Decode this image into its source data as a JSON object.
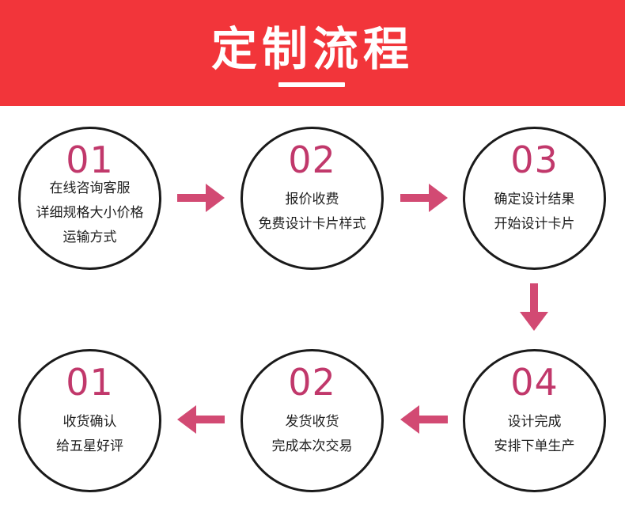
{
  "header": {
    "title": "定制流程",
    "background_color": "#f2353a"
  },
  "accent_colors": {
    "number": "#c1386b",
    "arrow": "#d24a73"
  },
  "steps": [
    {
      "number": "01",
      "lines": [
        "在线咨询客服",
        "详细规格大小价格",
        "运输方式"
      ]
    },
    {
      "number": "02",
      "lines": [
        "报价收费",
        "免费设计卡片样式"
      ]
    },
    {
      "number": "03",
      "lines": [
        "确定设计结果",
        "开始设计卡片"
      ]
    },
    {
      "number": "04",
      "lines": [
        "设计完成",
        "安排下单生产"
      ]
    },
    {
      "number": "02",
      "lines": [
        "发货收货",
        "完成本次交易"
      ]
    },
    {
      "number": "01",
      "lines": [
        "收货确认",
        "给五星好评"
      ]
    }
  ],
  "arrows": [
    "arrow-right-icon",
    "arrow-right-icon",
    "arrow-down-icon",
    "arrow-left-icon",
    "arrow-left-icon"
  ]
}
